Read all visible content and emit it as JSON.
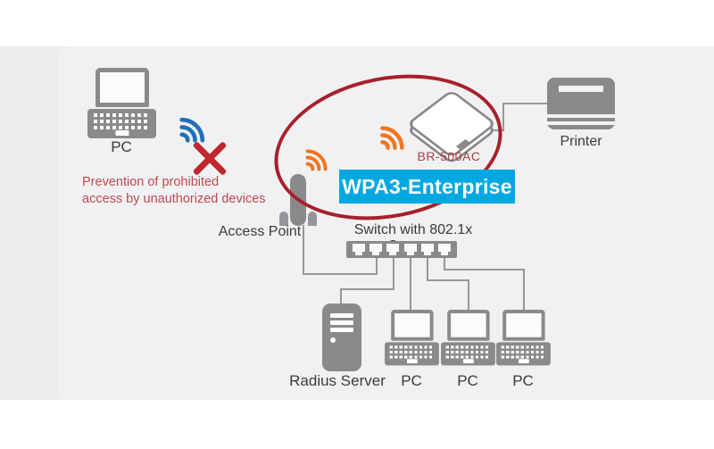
{
  "colors": {
    "accent_cyan": "#00a8e1",
    "alert_red": "#c1272d",
    "ellipse_red": "#a8202b",
    "caption_red": "#c04a4e",
    "model_red": "#a3413f",
    "wifi_blue": "#1e6fb7",
    "wifi_orange": "#f0761f",
    "device_gray": "#8a8a8c",
    "wire_gray": "#97979a",
    "text_dark": "#3b3b3d"
  },
  "nodes": {
    "unauthorized_pc": {
      "label": "PC"
    },
    "caption": {
      "line1": "Prevention of prohibited",
      "line2": "access by unauthorized devices"
    },
    "access_point": {
      "label": "Access Point"
    },
    "bridge": {
      "model": "BR-500AC"
    },
    "security": {
      "label": "WPA3-Enterprise"
    },
    "printer": {
      "label": "Printer"
    },
    "switch": {
      "label": "Switch with 802.1x Support"
    },
    "radius_server": {
      "label": "Radius Server"
    },
    "client_pc_1": {
      "label": "PC"
    },
    "client_pc_2": {
      "label": "PC"
    },
    "client_pc_3": {
      "label": "PC"
    }
  }
}
